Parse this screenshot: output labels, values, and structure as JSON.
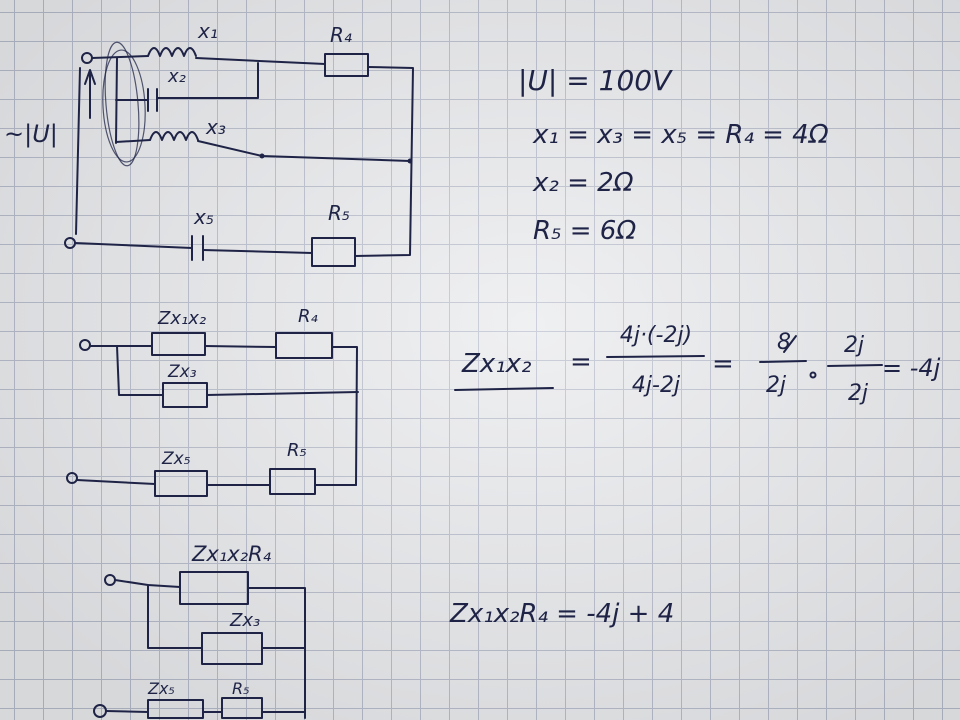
{
  "style": {
    "ink": "#1f2447",
    "paper": "#e7e8eb",
    "grid": "#b3b8c8"
  },
  "circuit1": {
    "source_label": "~|U|",
    "x1_label": "x₁",
    "x2_label": "x₂",
    "x3_label": "x₃",
    "x5_label": "x₅",
    "r4_label": "R₄",
    "r5_label": "R₅",
    "given": [
      "|U| = 100V",
      "x₁ = x₃ = x₅ = R₄ = 4Ω",
      "x₂ = 2Ω",
      "R₅ = 6Ω"
    ]
  },
  "circuit2": {
    "zx1x2_label": "Zx₁x₂",
    "r4_label": "R₄",
    "zx3_label": "Zx₃",
    "zx5_label": "Zx₅",
    "r5_label": "R₅",
    "equation": {
      "lhs": "Zx₁x₂",
      "equals_1": "=",
      "frac1_num": "4j·(-2j)",
      "frac1_den": "4j-2j",
      "equals_2": "=",
      "frac2_num": "8",
      "frac2_den": "2j",
      "frac3_num": "2j",
      "frac3_den": "2j",
      "result": "= -4j"
    }
  },
  "circuit3": {
    "zx1x2r4_label": "Zx₁x₂R₄",
    "zx3_label": "Zx₃",
    "zx5_label": "Zx₅",
    "r5_label": "R₅",
    "equation": "Zx₁x₂R₄ = -4j + 4"
  }
}
